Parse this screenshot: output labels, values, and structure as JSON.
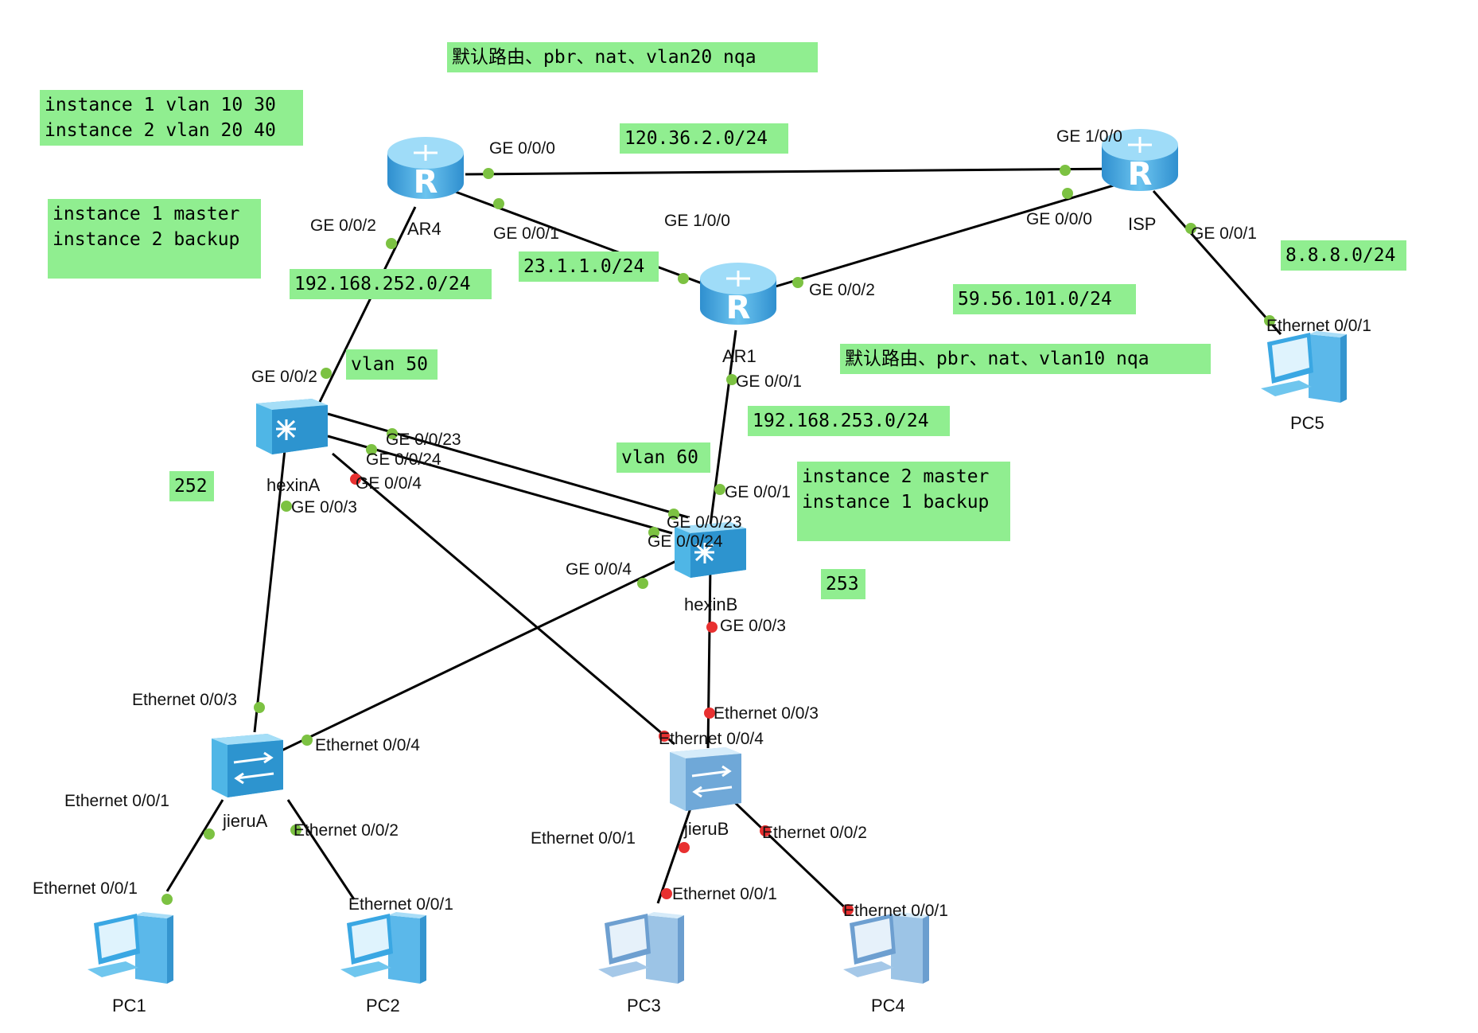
{
  "notes": {
    "mstp_instances": "instance 1 vlan 10 30\ninstance 2 vlan 20 40",
    "hexinA_roles": "instance 1 master\ninstance 2 backup",
    "ar4_services": "默认路由、pbr、nat、vlan20 nqa",
    "ar1_services": "默认路由、pbr、nat、vlan10 nqa",
    "hexinB_roles": "instance 2 master\ninstance 1 backup",
    "net_ar4_isp": "120.36.2.0/24",
    "net_ar4_ar1": "23.1.1.0/24",
    "net_ar4_hexinA": "192.168.252.0/24",
    "net_ar1_isp": "59.56.101.0/24",
    "net_ar1_hexinB": "192.168.253.0/24",
    "net_isp_pc5": "8.8.8.0/24",
    "vlan_50": "vlan 50",
    "vlan_60": "vlan 60",
    "id_252": "252",
    "id_253": "253"
  },
  "devices": {
    "ar4": "AR4",
    "ar1": "AR1",
    "isp": "ISP",
    "hexinA": "hexinA",
    "hexinB": "hexinB",
    "jieruA": "jieruA",
    "jieruB": "jieruB",
    "pc1": "PC1",
    "pc2": "PC2",
    "pc3": "PC3",
    "pc4": "PC4",
    "pc5": "PC5"
  },
  "ports": {
    "ar4_ge000": "GE 0/0/0",
    "ar4_ge002": "GE 0/0/2",
    "ar4_ge001": "GE 0/0/1",
    "isp_ge100": "GE 1/0/0",
    "isp_ge000": "GE 0/0/0",
    "isp_ge001": "GE 0/0/1",
    "ar1_ge100": "GE 1/0/0",
    "ar1_ge002": "GE 0/0/2",
    "ar1_ge001": "GE 0/0/1",
    "pc5_eth": "Ethernet 0/0/1",
    "hexinA_ge002": "GE 0/0/2",
    "hexinA_ge023": "GE 0/0/23",
    "hexinA_ge024": "GE 0/0/24",
    "hexinA_ge004": "GE 0/0/4",
    "hexinA_ge003": "GE 0/0/3",
    "hexinB_ge001": "GE 0/0/1",
    "hexinB_ge023": "GE 0/0/23",
    "hexinB_ge024": "GE 0/0/24",
    "hexinB_ge004": "GE 0/0/4",
    "hexinB_ge003": "GE 0/0/3",
    "jieruA_eth003": "Ethernet 0/0/3",
    "jieruA_eth004": "Ethernet 0/0/4",
    "jieruA_eth001": "Ethernet 0/0/1",
    "jieruA_eth002": "Ethernet 0/0/2",
    "pc1_eth": "Ethernet 0/0/1",
    "pc2_eth": "Ethernet 0/0/1",
    "jieruB_eth003": "Ethernet 0/0/3",
    "jieruB_eth004": "Ethernet 0/0/4",
    "jieruB_eth001": "Ethernet 0/0/1",
    "jieruB_eth002": "Ethernet 0/0/2",
    "pc3_eth": "Ethernet 0/0/1",
    "pc4_eth": "Ethernet 0/0/1"
  },
  "colors": {
    "note_bg": "#90ee90",
    "link_up": "#7cc242",
    "link_down": "#e83030",
    "router_blue": "#3aa0d8",
    "switch_blue": "#4fb6e6"
  }
}
